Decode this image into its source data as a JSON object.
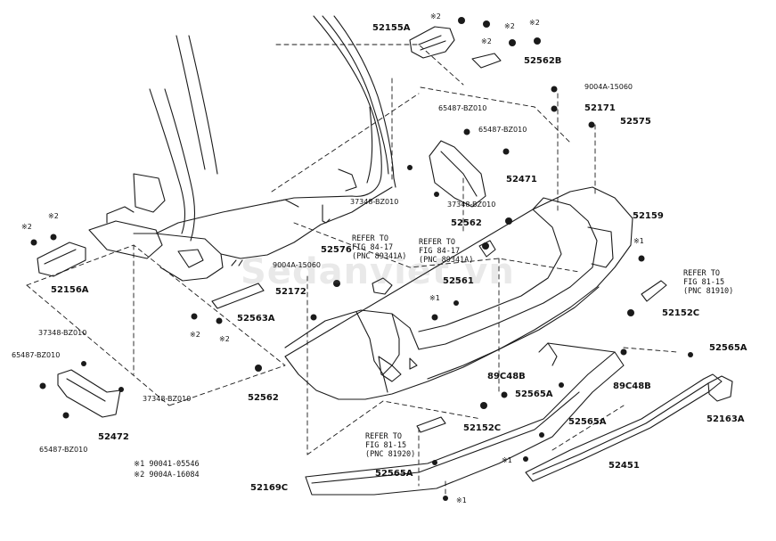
{
  "watermark": "Sedanviet.vn",
  "labels": {
    "p52155A": "52155A",
    "p52562B": "52562B",
    "p9004A15060_top": "9004A-15060",
    "p52171": "52171",
    "p52575": "52575",
    "p65487_a": "65487-BZ010",
    "p65487_b": "65487-BZ010",
    "p52471": "52471",
    "p37348_a": "37348-BZ010",
    "p37348_b": "37348-BZ010",
    "p52562_mid": "52562",
    "p52159": "52159",
    "p52156A": "52156A",
    "p52576": "52576",
    "p9004A15060_mid": "9004A-15060",
    "p52172": "52172",
    "p52563A": "52563A",
    "p52561": "52561",
    "p52152C_r": "52152C",
    "p37348_left": "37348-BZ010",
    "p65487_left": "65487-BZ010",
    "p52562_left": "52562",
    "p37348_left2": "37348-BZ010",
    "p52472": "52472",
    "p65487_left2": "65487-BZ010",
    "p89C48B_a": "89C48B",
    "p89C48B_b": "89C48B",
    "p52565A_r": "52565A",
    "p52565A_mid": "52565A",
    "p52565A_low": "52565A",
    "p52565A_bot": "52565A",
    "p52152C_mid": "52152C",
    "p52163A": "52163A",
    "p52451": "52451",
    "p52169C": "52169C"
  },
  "marks": {
    "m1_a": "※1",
    "m1_b": "※1",
    "m1_c": "※1",
    "m1_d": "※1",
    "m2_a": "※2",
    "m2_b": "※2",
    "m2_c": "※2",
    "m2_d": "※2",
    "m2_e": "※2",
    "m2_f": "※2",
    "m2_g": "※2",
    "m2_h": "※2"
  },
  "refs": {
    "fig8417_a": [
      "REFER TO",
      "FIG 84-17",
      "(PNC 89341A)"
    ],
    "fig8417_b": [
      "REFER TO",
      "FIG 84-17",
      "(PNC 89341A)"
    ],
    "fig8115_r": [
      "REFER TO",
      "FIG 81-15",
      "(PNC 81910)"
    ],
    "fig8115_b": [
      "REFER TO",
      "FIG 81-15",
      "(PNC 81920)"
    ]
  },
  "legend": {
    "line1": "※1  90041-05546",
    "line2": "※2  9004A-16084"
  }
}
